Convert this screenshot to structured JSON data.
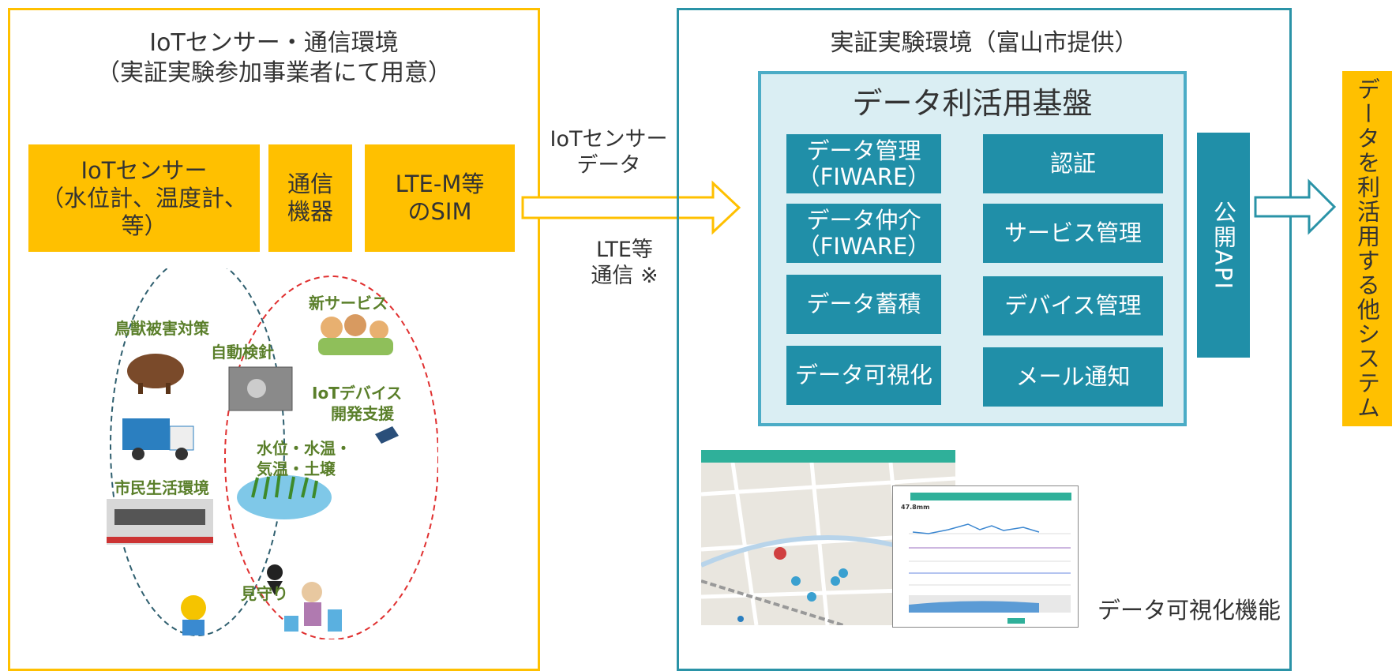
{
  "left_panel": {
    "title_line1": "IoTセンサー・通信環境",
    "title_line2": "（実証実験参加事業者にて用意）",
    "boxes": [
      {
        "line1": "IoTセンサー",
        "line2": "（水位計、温度計、等）"
      },
      {
        "line1": "通信",
        "line2": "機器"
      },
      {
        "line1": "LTE-M等",
        "line2": "のSIM"
      }
    ],
    "illustration_labels": {
      "wildlife": "鳥獣被害対策",
      "auto_meter": "自動検針",
      "new_service": "新サービス",
      "iot_dev": "IoTデバイス",
      "iot_dev2": "開発支援",
      "water1": "水位・水温・",
      "water2": "気温・土壌",
      "citizen": "市民生活環境",
      "watch": "見守り"
    }
  },
  "middle": {
    "sensor_line1": "IoTセンサー",
    "sensor_line2": "データ",
    "lte_line1": "LTE等",
    "lte_line2": "通信 ※"
  },
  "right_panel": {
    "title": "実証実験環境（富山市提供）",
    "platform_title": "データ利活用基盤",
    "functions": [
      {
        "line1": "データ管理",
        "line2": "（FIWARE）"
      },
      {
        "line1": "認証",
        "line2": ""
      },
      {
        "line1": "データ仲介",
        "line2": "（FIWARE）"
      },
      {
        "line1": "サービス管理",
        "line2": ""
      },
      {
        "line1": "データ蓄積",
        "line2": ""
      },
      {
        "line1": "デバイス管理",
        "line2": ""
      },
      {
        "line1": "データ可視化",
        "line2": ""
      },
      {
        "line1": "メール通知",
        "line2": ""
      }
    ],
    "api_label": "公開API",
    "viz_label": "データ可視化機能",
    "screenshot": {
      "reading": "47.8mm"
    }
  },
  "far_right": {
    "label": "データを利活用する他システム"
  },
  "colors": {
    "yellow": "#FFC000",
    "teal": "#208FA8",
    "teal_border": "#2A93A7",
    "light_blue": "#DAEEF3",
    "platform_border": "#4BACC6"
  }
}
